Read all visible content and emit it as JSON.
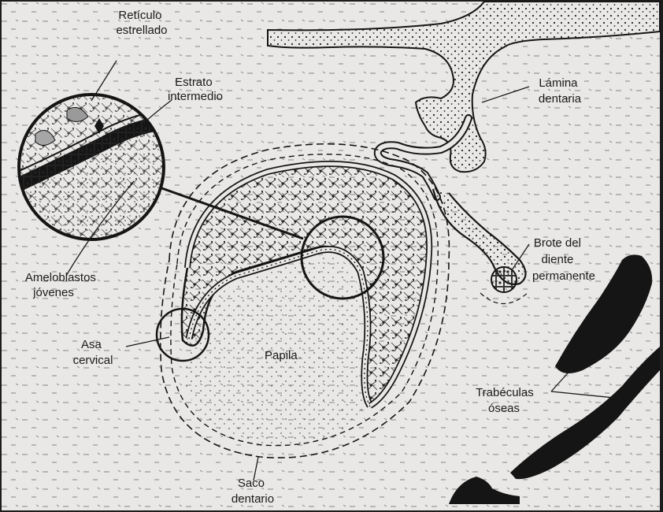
{
  "figure": {
    "paper_color": "#e9e8e6",
    "ink_color": "#151515",
    "labels": {
      "reticulo": [
        "Retículo",
        "estrellado"
      ],
      "estrato": [
        "Estrato",
        "intermedio"
      ],
      "lamina": [
        "Lámina",
        "dentaria"
      ],
      "brote": [
        "Brote del",
        "diente",
        "permanente"
      ],
      "ameloblastos": [
        "Ameloblastos",
        "jóvenes"
      ],
      "asa": [
        "Asa",
        "cervical"
      ],
      "papila": "Papila",
      "trabeculas": [
        "Trabéculas",
        "óseas"
      ],
      "saco": [
        "Saco",
        "dentario"
      ]
    }
  }
}
